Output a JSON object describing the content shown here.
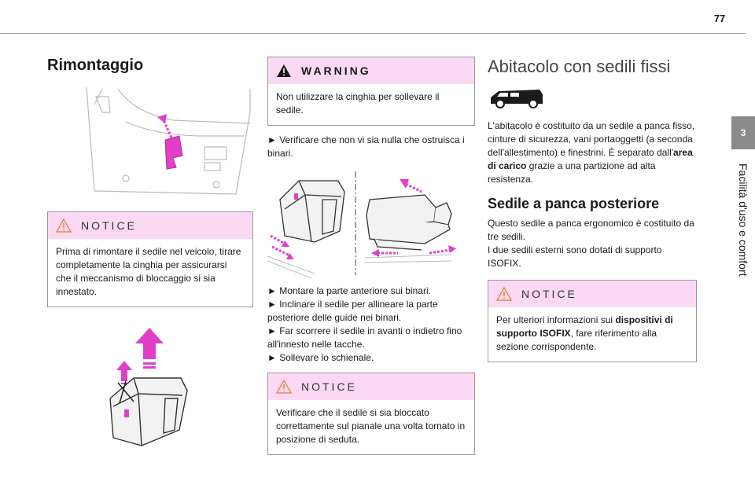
{
  "page": {
    "number": "77"
  },
  "side": {
    "chapter_number": "3",
    "chapter_title": "Facilità d'uso e comfort"
  },
  "col1": {
    "title": "Rimontaggio",
    "notice_label": "NOTICE",
    "notice_text": "Prima di rimontare il sedile nel veicolo, tirare completamente la cinghia per assicurarsi che il meccanismo di bloccaggio si sia innestato."
  },
  "col2": {
    "warning_label": "WARNING",
    "warning_text": "Non utilizzare la cinghia per sollevare il sedile.",
    "step1": "► Verificare che non vi sia nulla che ostruisca i binari.",
    "step2": "► Montare la parte anteriore sui binari.",
    "step3": "► Inclinare il sedile per allineare la parte posteriore delle guide nei binari.",
    "step4": "► Far scorrere il sedile in avanti o indietro fino all'innesto nelle tacche.",
    "step5": "► Sollevare lo schienale.",
    "notice_label": "NOTICE",
    "notice_text": "Verificare che il sedile si sia bloccato correttamente sul pianale una volta tornato in posizione di seduta."
  },
  "col3": {
    "title": "Abitacolo con sedili fissi",
    "intro_text_a": "L'abitacolo è costituito da un sedile a panca fisso, cinture di sicurezza, vani portaoggetti (a seconda dell'allestimento) e finestrini. È separato dall'",
    "intro_bold": "area di carico",
    "intro_text_b": " grazie a una partizione ad alta resistenza.",
    "sub_title": "Sedile a panca posteriore",
    "bench_line1": "Questo sedile a panca ergonomico è costituito da tre sedili.",
    "bench_line2": "I due sedili esterni sono dotati di supporto ISOFIX.",
    "notice_label": "NOTICE",
    "notice_text_a": "Per ulteriori informazioni sui ",
    "notice_bold": "dispositivi di supporto ISOFIX",
    "notice_text_b": ", fare riferimento alla sezione corrispondente."
  },
  "colors": {
    "accent_pink": "#e040c8",
    "callout_bg": "#fbd9f4",
    "tab_grey": "#8a8a8a"
  },
  "icons": [
    "caution-triangle-icon",
    "warning-triangle-icon",
    "van-icon",
    "up-arrow-icon"
  ]
}
